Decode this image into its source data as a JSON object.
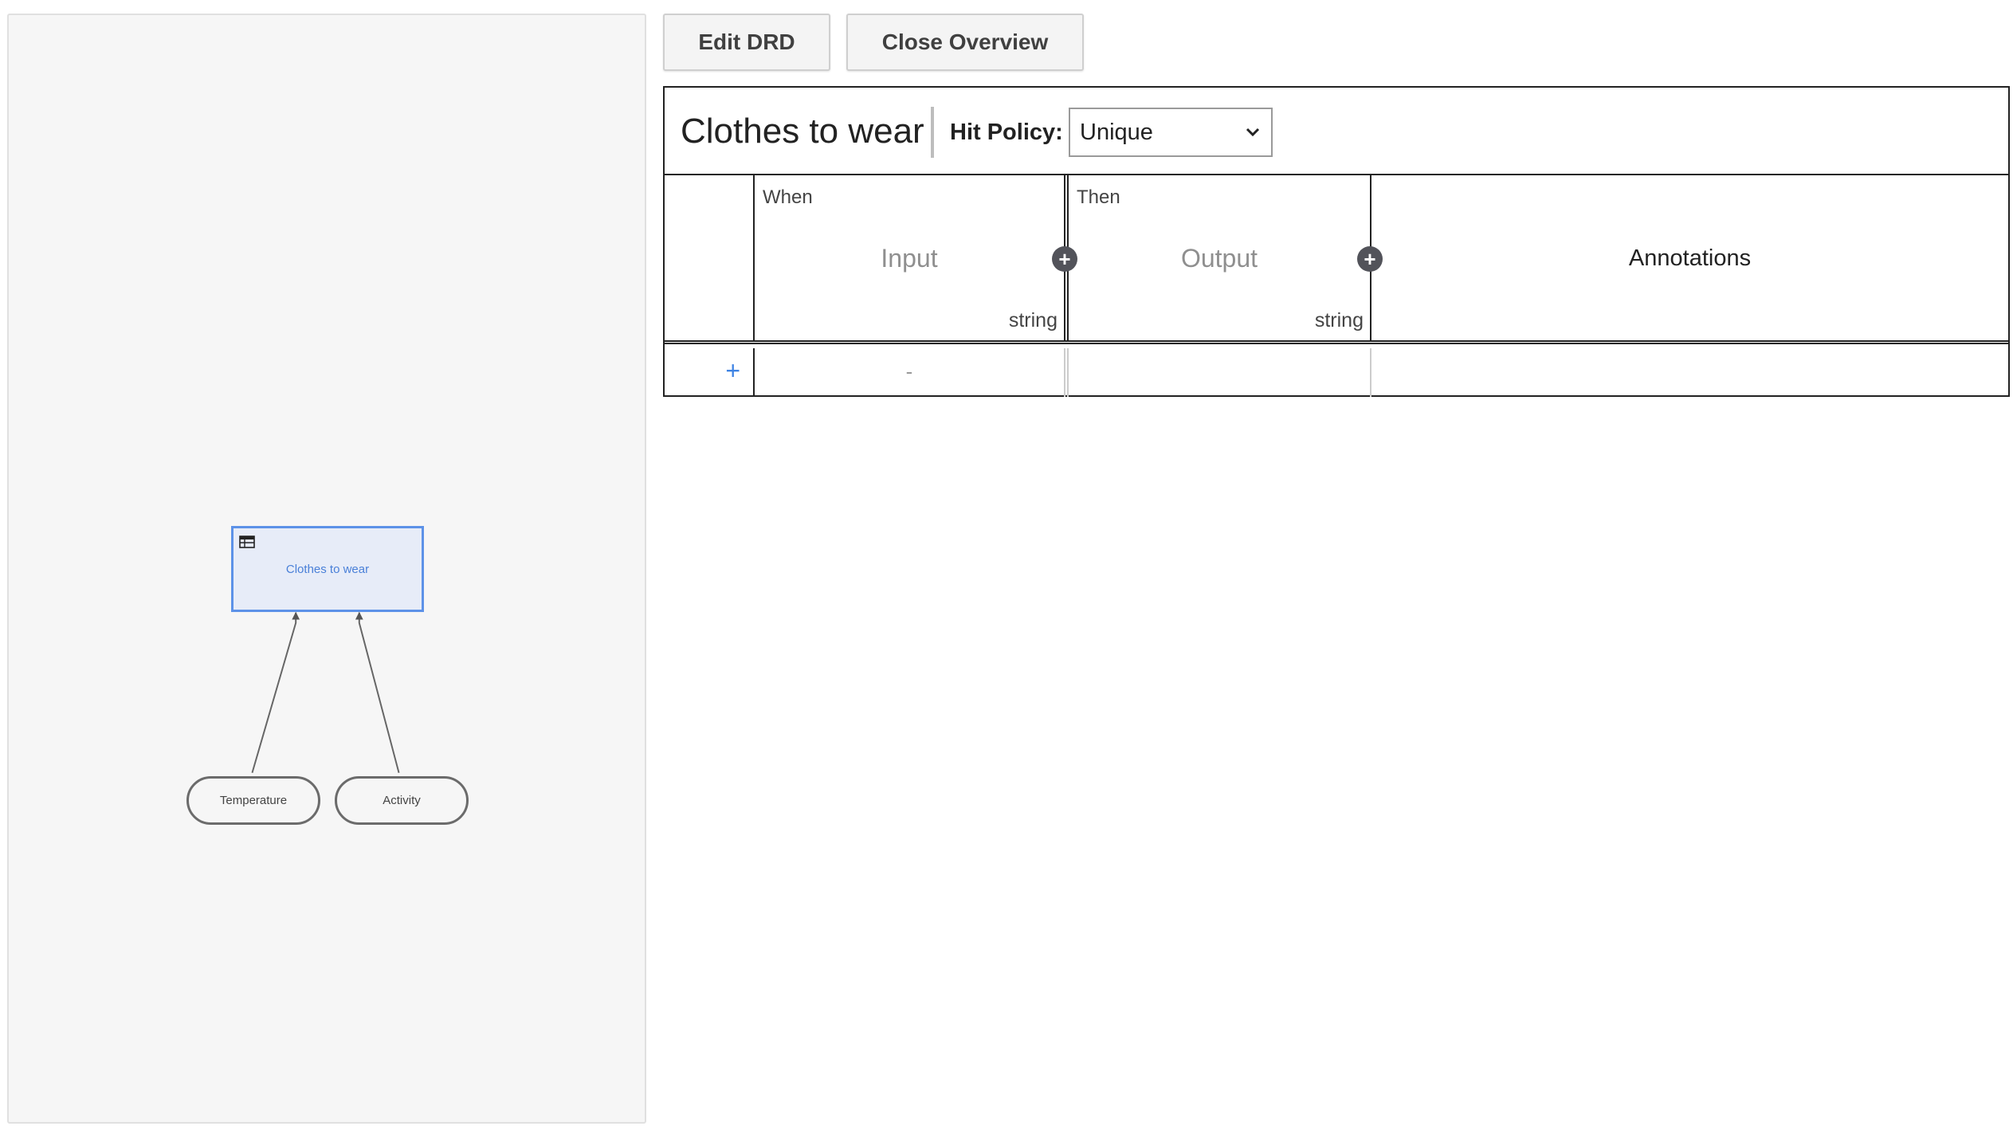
{
  "toolbar": {
    "edit_drd_label": "Edit DRD",
    "close_overview_label": "Close Overview"
  },
  "drd": {
    "decision_label": "Clothes to wear",
    "inputs": [
      "Temperature",
      "Activity"
    ],
    "decision_border_color": "#5d92e8",
    "decision_fill_color": "#e7ecf8"
  },
  "decision_table": {
    "title": "Clothes to wear",
    "hit_policy_label": "Hit Policy:",
    "hit_policy_value": "Unique",
    "input_column": {
      "kind": "When",
      "name": "Input",
      "type": "string"
    },
    "output_column": {
      "kind": "Then",
      "name": "Output",
      "type": "string"
    },
    "annotations_label": "Annotations",
    "rows": [
      {
        "add_symbol": "+",
        "input_entry": "-",
        "output_entry": "",
        "annotation": ""
      }
    ],
    "add_column_symbol": "+"
  }
}
